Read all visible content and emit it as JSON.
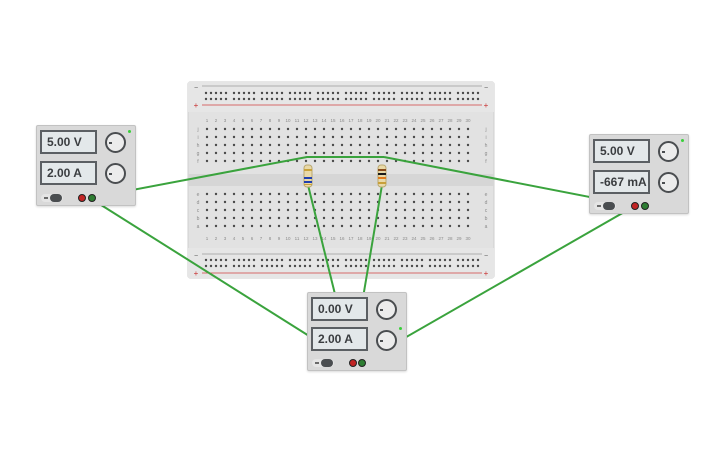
{
  "breadboard": {
    "column_count": 30,
    "row_labels_top": [
      "j",
      "i",
      "h",
      "g",
      "f"
    ],
    "row_labels_bottom": [
      "e",
      "d",
      "c",
      "b",
      "a"
    ],
    "rail_plus": "+",
    "rail_minus": "−",
    "colors": {
      "body": "#e2e2e2",
      "hole": "#4a4a4a",
      "red_line": "#d04040",
      "gray_line": "#9a9a9a"
    }
  },
  "supplies": [
    {
      "id": "left",
      "voltage": "5.00 V",
      "current": "2.00 A"
    },
    {
      "id": "bottom",
      "voltage": "0.00 V",
      "current": "2.00 A"
    },
    {
      "id": "right",
      "voltage": "5.00 V",
      "current": "-667 mA"
    }
  ],
  "resistors": [
    {
      "id": "r1",
      "column": 12,
      "bands": [
        "#c9a23a",
        "#1f3fb0",
        "#1f3fb0",
        "#c8a03a"
      ]
    },
    {
      "id": "r2",
      "column": 20,
      "bands": [
        "#8a4a1a",
        "#1a1a1a",
        "#e07b1b",
        "#c8a03a"
      ]
    }
  ],
  "wire_color": "#3aa33d"
}
